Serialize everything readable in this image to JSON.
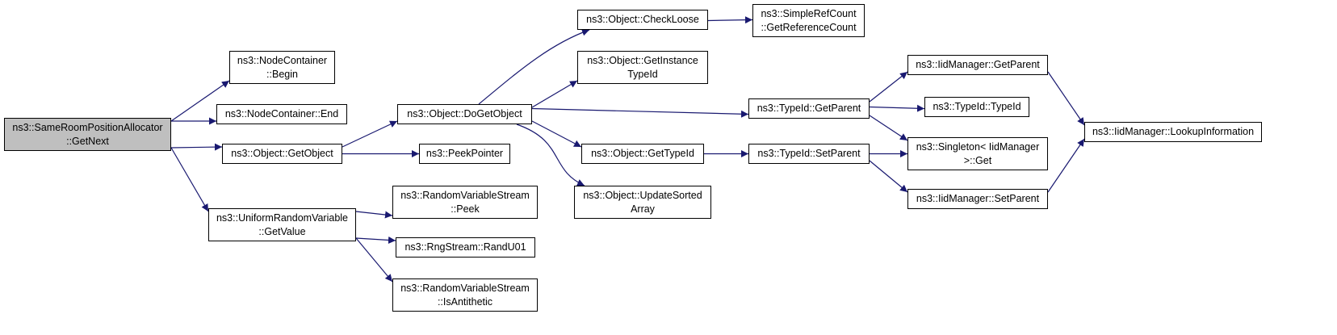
{
  "colors": {
    "edge": "#191970",
    "box_border": "#000000",
    "root_fill": "#bfbfbf",
    "node_fill": "#ffffff"
  },
  "nodes": [
    {
      "id": "root",
      "name": "node-same-room-position-allocator-get-next",
      "lines": [
        "ns3::SameRoomPositionAllocator",
        "::GetNext"
      ],
      "root": true
    },
    {
      "id": "nc_begin",
      "name": "node-nodecontainer-begin",
      "lines": [
        "ns3::NodeContainer",
        "::Begin"
      ]
    },
    {
      "id": "nc_end",
      "name": "node-nodecontainer-end",
      "lines": [
        "ns3::NodeContainer::End"
      ]
    },
    {
      "id": "getobject",
      "name": "node-object-getobject",
      "lines": [
        "ns3::Object::GetObject"
      ]
    },
    {
      "id": "urv_getvalue",
      "name": "node-uniformrandomvariable-getvalue",
      "lines": [
        "ns3::UniformRandomVariable",
        "::GetValue"
      ]
    },
    {
      "id": "dogetobject",
      "name": "node-object-dogetobject",
      "lines": [
        "ns3::Object::DoGetObject"
      ]
    },
    {
      "id": "peekpointer",
      "name": "node-peekpointer",
      "lines": [
        "ns3::PeekPointer"
      ]
    },
    {
      "id": "rvs_peek",
      "name": "node-randomvariablestream-peek",
      "lines": [
        "ns3::RandomVariableStream",
        "::Peek"
      ]
    },
    {
      "id": "randu01",
      "name": "node-rngstream-randu01",
      "lines": [
        "ns3::RngStream::RandU01"
      ]
    },
    {
      "id": "isantithetic",
      "name": "node-randomvariablestream-isantithetic",
      "lines": [
        "ns3::RandomVariableStream",
        "::IsAntithetic"
      ]
    },
    {
      "id": "checkloose",
      "name": "node-object-checkloose",
      "lines": [
        "ns3::Object::CheckLoose"
      ]
    },
    {
      "id": "getinstancetypeid",
      "name": "node-object-getinstancetypeid",
      "lines": [
        "ns3::Object::GetInstance",
        "TypeId"
      ]
    },
    {
      "id": "obj_gettypeid",
      "name": "node-object-gettypeid",
      "lines": [
        "ns3::Object::GetTypeId"
      ]
    },
    {
      "id": "updatesortedarray",
      "name": "node-object-updatesortedarray",
      "lines": [
        "ns3::Object::UpdateSorted",
        "Array"
      ]
    },
    {
      "id": "getrefcount",
      "name": "node-simplerefcount-getreferencecount",
      "lines": [
        "ns3::SimpleRefCount",
        "::GetReferenceCount"
      ]
    },
    {
      "id": "typeid_getparent",
      "name": "node-typeid-getparent",
      "lines": [
        "ns3::TypeId::GetParent"
      ]
    },
    {
      "id": "typeid_setparent",
      "name": "node-typeid-setparent",
      "lines": [
        "ns3::TypeId::SetParent"
      ]
    },
    {
      "id": "iid_getparent",
      "name": "node-iidmanager-getparent",
      "lines": [
        "ns3::IidManager::GetParent"
      ]
    },
    {
      "id": "typeid_typeid",
      "name": "node-typeid-typeid",
      "lines": [
        "ns3::TypeId::TypeId"
      ]
    },
    {
      "id": "singleton_get",
      "name": "node-singleton-iidmanager-get",
      "lines": [
        "ns3::Singleton< IidManager",
        ">::Get"
      ]
    },
    {
      "id": "iid_setparent",
      "name": "node-iidmanager-setparent",
      "lines": [
        "ns3::IidManager::SetParent"
      ]
    },
    {
      "id": "lookupinfo",
      "name": "node-iidmanager-lookupinformation",
      "lines": [
        "ns3::IidManager::LookupInformation"
      ]
    }
  ],
  "edges": [
    [
      "root",
      "nc_begin"
    ],
    [
      "root",
      "nc_end"
    ],
    [
      "root",
      "getobject"
    ],
    [
      "root",
      "urv_getvalue"
    ],
    [
      "getobject",
      "dogetobject"
    ],
    [
      "getobject",
      "peekpointer"
    ],
    [
      "urv_getvalue",
      "rvs_peek"
    ],
    [
      "urv_getvalue",
      "randu01"
    ],
    [
      "urv_getvalue",
      "isantithetic"
    ],
    [
      "dogetobject",
      "checkloose"
    ],
    [
      "dogetobject",
      "getinstancetypeid"
    ],
    [
      "dogetobject",
      "typeid_getparent"
    ],
    [
      "dogetobject",
      "obj_gettypeid"
    ],
    [
      "dogetobject",
      "updatesortedarray"
    ],
    [
      "checkloose",
      "getrefcount"
    ],
    [
      "obj_gettypeid",
      "typeid_setparent"
    ],
    [
      "typeid_getparent",
      "iid_getparent"
    ],
    [
      "typeid_getparent",
      "typeid_typeid"
    ],
    [
      "typeid_getparent",
      "singleton_get"
    ],
    [
      "typeid_setparent",
      "singleton_get"
    ],
    [
      "typeid_setparent",
      "iid_setparent"
    ],
    [
      "iid_getparent",
      "lookupinfo"
    ],
    [
      "iid_setparent",
      "lookupinfo"
    ]
  ]
}
